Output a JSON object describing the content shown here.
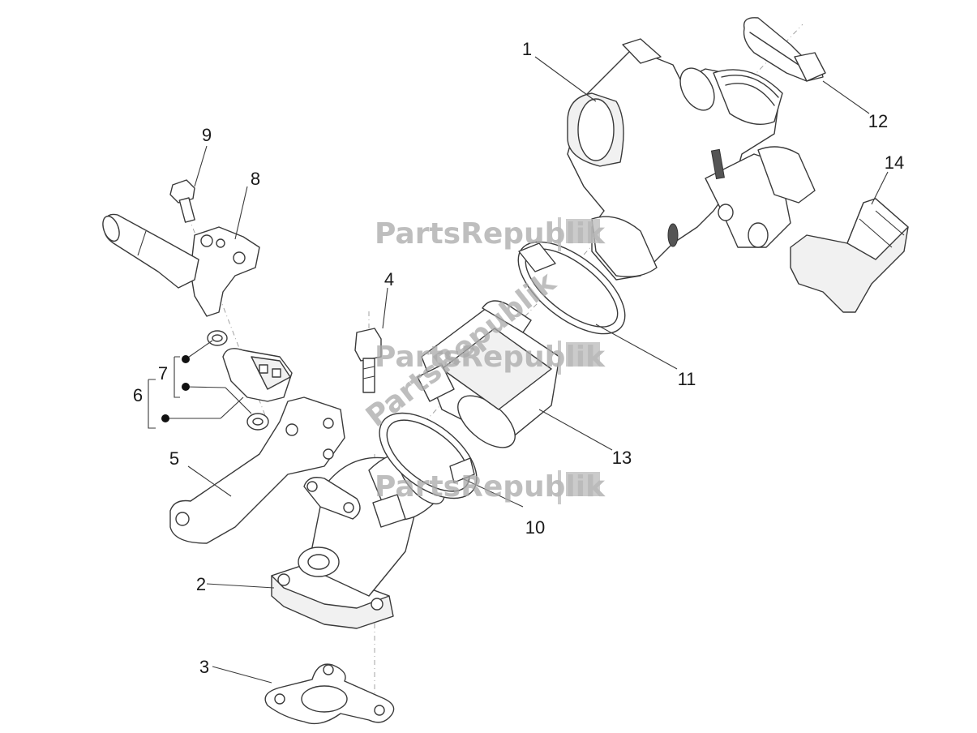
{
  "watermark": {
    "text": "PartsRepublik",
    "color": "#a9a9a9"
  },
  "callouts": {
    "c1": "1",
    "c2": "2",
    "c3": "3",
    "c4": "4",
    "c5": "5",
    "c6": "6",
    "c7": "7",
    "c8": "8",
    "c9": "9",
    "c10": "10",
    "c11": "11",
    "c12": "12",
    "c13": "13",
    "c14": "14"
  },
  "colors": {
    "line": "#3a3a3a",
    "background": "#ffffff"
  }
}
